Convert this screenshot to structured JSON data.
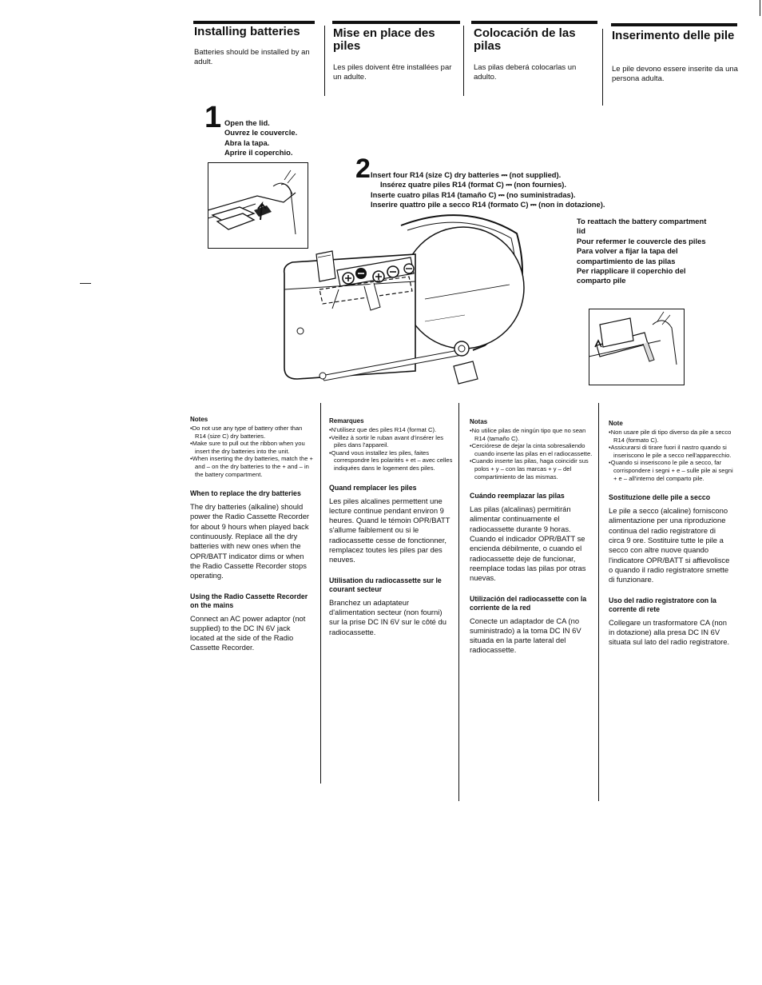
{
  "headers": [
    {
      "title": "Installing batteries",
      "intro": "Batteries should be installed by an adult."
    },
    {
      "title": "Mise en place des piles",
      "intro": "Les piles doivent être installées par un adulte."
    },
    {
      "title": "Colocación de las pilas",
      "intro": "Las pilas deberá colocarlas un adulto."
    },
    {
      "title": "Inserimento delle pile",
      "intro": "Le pile devono essere inserite da una persona adulta."
    }
  ],
  "step1": {
    "number": "1",
    "lines": [
      "Open the lid.",
      "Ouvrez le couvercle.",
      "Abra la tapa.",
      "Aprire il coperchio."
    ]
  },
  "step2": {
    "number": "2",
    "lines": [
      "Insert four R14 (size C) dry batteries ⎓ (not supplied).",
      "Insérez quatre piles R14 (format C) ⎓ (non fournies).",
      "Inserte cuatro pilas R14 (tamaño C) ⎓ (no suministradas).",
      "Inserire quattro pile a secco R14 (formato C) ⎓ (non in dotazione)."
    ]
  },
  "step3": {
    "lines": [
      "To reattach the battery compartment lid",
      "Pour refermer le couvercle des piles",
      "Para volver a fijar la tapa del compartimiento de las pilas",
      "Per riapplicare il coperchio del comparto pile"
    ]
  },
  "columns": [
    {
      "notes_label": "Notes",
      "notes": [
        "Do not use any type of battery other than R14 (size C) dry batteries.",
        "Make sure to pull out the ribbon when you insert the dry batteries into the unit.",
        "When inserting the dry batteries, match the + and – on the dry batteries to the + and – in the battery compartment."
      ],
      "sections": [
        {
          "heading": "When to replace the dry batteries",
          "text": "The dry batteries (alkaline) should power the Radio Cassette Recorder for about 9 hours when played back continuously. Replace all the dry batteries with new ones when the OPR/BATT indicator dims or when the Radio Cassette Recorder stops operating."
        },
        {
          "heading": "Using the Radio Cassette Recorder on the mains",
          "text": "Connect an AC power adaptor (not supplied) to the DC IN 6V jack located at the side of the Radio Cassette Recorder."
        }
      ]
    },
    {
      "notes_label": "Remarques",
      "notes": [
        "N'utilisez que des piles R14 (format C).",
        "Veillez à sortir le ruban avant d'insérer les piles dans l'appareil.",
        "Quand vous installez les piles, faites correspondre les polarités + et – avec celles indiquées dans le logement des piles."
      ],
      "sections": [
        {
          "heading": "Quand remplacer les piles",
          "text": "Les piles alcalines permettent une lecture continue pendant environ 9 heures. Quand le témoin OPR/BATT s'allume faiblement ou si le radiocassette cesse de fonctionner, remplacez toutes les piles par des neuves."
        },
        {
          "heading": "Utilisation du radiocassette sur le courant secteur",
          "text": "Branchez un adaptateur d'alimentation secteur (non fourni) sur la prise DC IN 6V sur le côté du radiocassette."
        }
      ]
    },
    {
      "notes_label": "Notas",
      "notes": [
        "No utilice pilas de ningún tipo que no sean R14 (tamaño C).",
        "Cerciórese de dejar la cinta sobresaliendo cuando inserte las pilas en el radiocassette.",
        "Cuando inserte las pilas, haga coincidir sus polos + y – con las marcas + y – del compartimiento de las mismas."
      ],
      "sections": [
        {
          "heading": "Cuándo reemplazar las pilas",
          "text": "Las pilas (alcalinas) permitirán alimentar continuamente el radiocassette durante 9 horas. Cuando el indicador OPR/BATT se encienda débilmente, o cuando el radiocassette deje de funcionar, reemplace todas las pilas por otras nuevas."
        },
        {
          "heading": "Utilización del radiocassette con la corriente de la red",
          "text": "Conecte un adaptador de CA (no suministrado) a la toma DC IN 6V situada en la parte lateral del radiocassette."
        }
      ]
    },
    {
      "notes_label": "Note",
      "notes": [
        "Non usare pile di tipo diverso da pile a secco R14 (formato C).",
        "Assicurarsi di tirare fuori il nastro quando si inseriscono le pile a secco nell'apparecchio.",
        "Quando si inseriscono le pile a secco, far corrispondere i segni + e – sulle pile ai segni + e – all'interno del comparto pile."
      ],
      "sections": [
        {
          "heading": "Sostituzione delle pile a secco",
          "text": "Le pile a secco (alcaline) forniscono alimentazione per una riproduzione continua del radio registratore di circa 9 ore. Sostituire tutte le pile a secco con altre nuove quando l'indicatore OPR/BATT si affievolisce o quando il radio registratore smette di funzionare."
        },
        {
          "heading": "Uso del radio registratore con la corrente di rete",
          "text": "Collegare un trasformatore CA (non in dotazione) alla presa DC IN 6V situata sul lato del radio registratore."
        }
      ]
    }
  ]
}
